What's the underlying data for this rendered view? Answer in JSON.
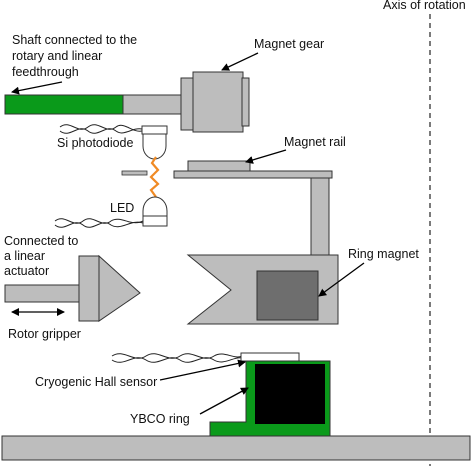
{
  "labels": {
    "axis": "Axis of rotation",
    "shaft_line1": "Shaft connected to the",
    "shaft_line2": "rotary and linear",
    "shaft_line3": "feedthrough",
    "magnet_gear": "Magnet gear",
    "photodiode": "Si photodiode",
    "magnet_rail": "Magnet rail",
    "led": "LED",
    "connected_line1": "Connected to",
    "connected_line2": "a linear",
    "connected_line3": "actuator",
    "ring_magnet": "Ring magnet",
    "rotor_gripper": "Rotor gripper",
    "hall_sensor": "Cryogenic Hall sensor",
    "ybco_ring": "YBCO ring"
  },
  "colors": {
    "gray": "#bdbdbd",
    "dark_gray": "#6e6e6e",
    "green": "#0a9a1a",
    "black": "#000000",
    "led_orange": "#f08a24"
  }
}
